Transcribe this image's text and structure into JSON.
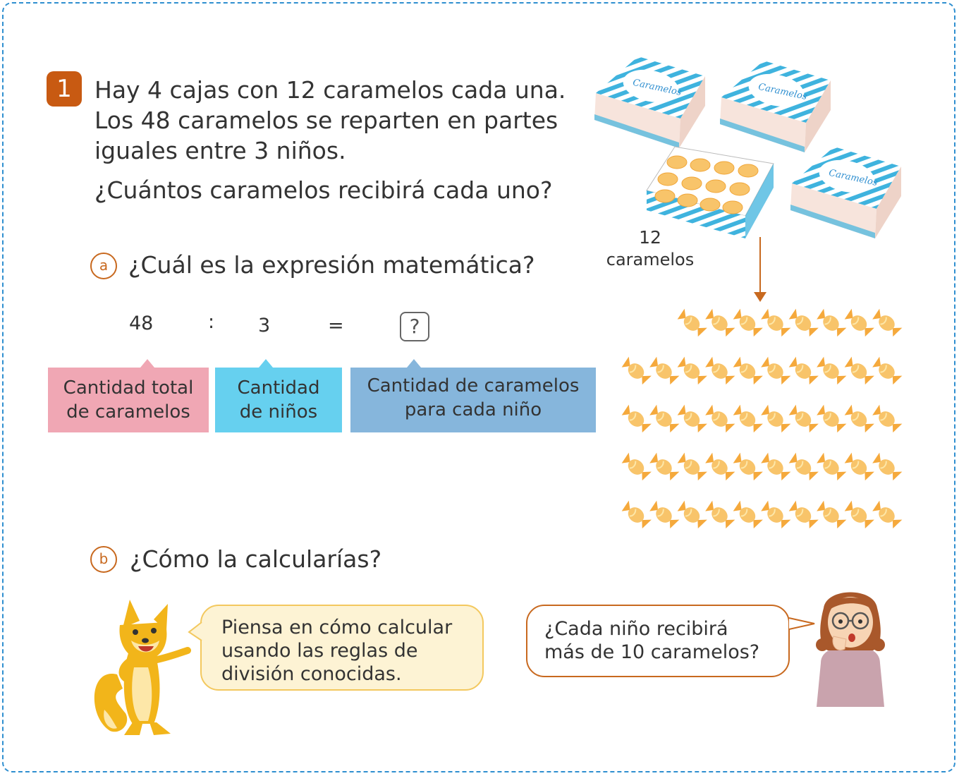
{
  "problem": {
    "number": "1",
    "lines": [
      "Hay 4 cajas con 12 caramelos cada una.",
      "Los 48 caramelos se reparten en partes",
      "iguales entre 3 niños."
    ],
    "question": "¿Cuántos caramelos recibirá cada uno?"
  },
  "part_a": {
    "marker": "a",
    "question": "¿Cuál es la expresión matemática?",
    "expression": {
      "total": "48",
      "operator": ":",
      "divisor": "3",
      "equals": "=",
      "unknown": "?"
    },
    "labels": [
      {
        "line1": "Cantidad total",
        "line2": "de caramelos",
        "color": "#f0a7b4"
      },
      {
        "line1": "Cantidad",
        "line2": "de niños",
        "color": "#66d0ef"
      },
      {
        "line1": "Cantidad de caramelos",
        "line2": "para cada niño",
        "color": "#86b6dc"
      }
    ]
  },
  "illustration": {
    "caption_number": "12",
    "caption_word": "caramelos",
    "box_brand": "Caramelos",
    "candy_count": 48,
    "candy_color": "#f8c46a",
    "arrow_color": "#c8691f",
    "box_stripe_color": "#3fb3de"
  },
  "part_b": {
    "marker": "b",
    "question": "¿Cómo la calcularías?",
    "fox_bubble": {
      "lines": [
        "Piensa en cómo calcular",
        "usando las reglas de",
        "división conocidas."
      ],
      "fill": "#fdf3d4",
      "border": "#f3c85e"
    },
    "girl_bubble": {
      "lines": [
        "¿Cada niño recibirá",
        "más de 10 caramelos?"
      ],
      "fill": "#ffffff",
      "border": "#c8691f"
    }
  }
}
